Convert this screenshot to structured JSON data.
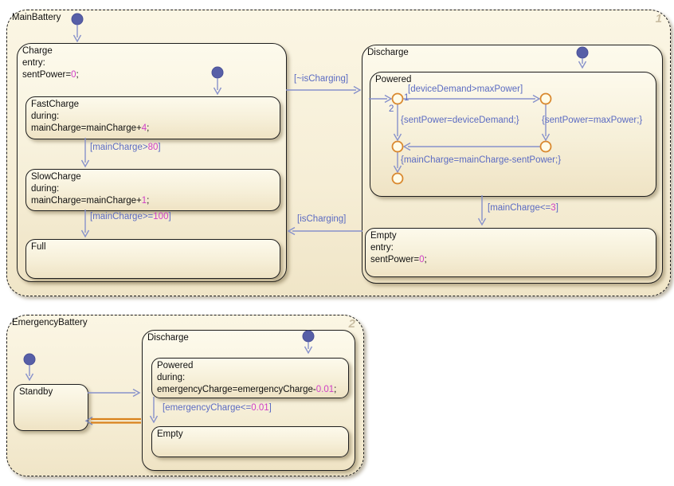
{
  "colors": {
    "state_border": "#1d1d1d",
    "state_fill_top": "#fdfaec",
    "state_fill_bottom": "#efe3c4",
    "transition_line": "#8791cb",
    "label_blue": "#5b6bc2",
    "number_magenta": "#cf3fc6",
    "junction_orange": "#d9882e",
    "initial_dot": "#575fa7",
    "highlight_orange": "#d9821c",
    "corner_badge": "#c9bda2"
  },
  "main_battery": {
    "title": "MainBattery",
    "badge": "1",
    "charge": {
      "title": "Charge",
      "entry_label": "entry:",
      "entry_action": {
        "pre": "sentPower=",
        "num": "0",
        "post": ";"
      },
      "fast_charge": {
        "title": "FastCharge",
        "during_label": "during:",
        "during_action": {
          "pre": "mainCharge=mainCharge+",
          "num": "4",
          "post": ";"
        }
      },
      "slow_charge": {
        "title": "SlowCharge",
        "during_label": "during:",
        "during_action": {
          "pre": "mainCharge=mainCharge+",
          "num": "1",
          "post": ";"
        }
      },
      "full": {
        "title": "Full"
      },
      "t_fast_to_slow": {
        "pre": "[mainCharge>",
        "num": "80",
        "post": "]"
      },
      "t_slow_to_full": {
        "pre": "[mainCharge>=",
        "num": "100",
        "post": "]"
      }
    },
    "discharge": {
      "title": "Discharge",
      "powered": {
        "title": "Powered",
        "order_1": "1",
        "order_2": "2",
        "cond_demand": "[deviceDemand>maxPower]",
        "act_sent_demand": "{sentPower=deviceDemand;}",
        "act_sent_max": "{sentPower=maxPower;}",
        "act_discharge": "{mainCharge=mainCharge-sentPower;}"
      },
      "empty": {
        "title": "Empty",
        "entry_label": "entry:",
        "entry_action": {
          "pre": "sentPower=",
          "num": "0",
          "post": ";"
        }
      },
      "t_powered_to_empty": {
        "pre": "[mainCharge<=",
        "num": "3",
        "post": "]"
      }
    },
    "t_charge_to_discharge": "[~isCharging]",
    "t_discharge_to_charge": "[isCharging]"
  },
  "emergency_battery": {
    "title": "EmergencyBattery",
    "badge": "2",
    "standby": {
      "title": "Standby"
    },
    "discharge": {
      "title": "Discharge",
      "powered": {
        "title": "Powered",
        "during_label": "during:",
        "during_action": {
          "pre": "emergencyCharge=emergencyCharge-",
          "num": "0.01",
          "post": ";"
        }
      },
      "empty": {
        "title": "Empty"
      },
      "t_powered_to_empty": {
        "pre": "[emergencyCharge<=",
        "num": "0.01",
        "post": "]"
      }
    }
  }
}
